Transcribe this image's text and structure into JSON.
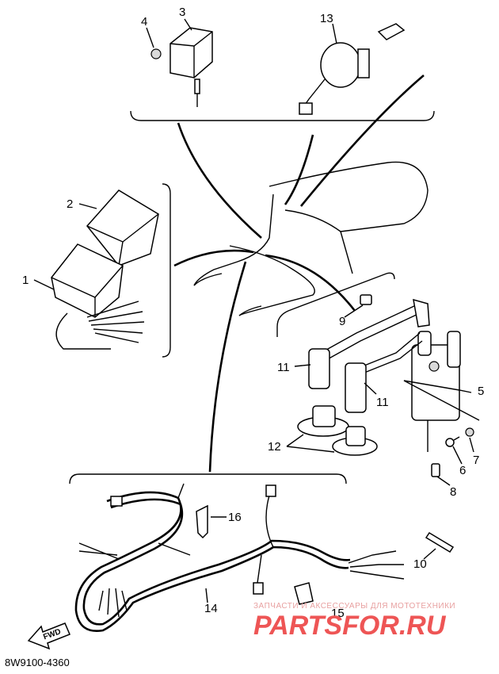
{
  "callouts": [
    {
      "id": "1",
      "label": "1"
    },
    {
      "id": "2",
      "label": "2"
    },
    {
      "id": "3",
      "label": "3"
    },
    {
      "id": "4",
      "label": "4"
    },
    {
      "id": "5",
      "label": "5"
    },
    {
      "id": "6",
      "label": "6"
    },
    {
      "id": "7",
      "label": "7"
    },
    {
      "id": "8",
      "label": "8"
    },
    {
      "id": "9",
      "label": "9"
    },
    {
      "id": "10",
      "label": "10"
    },
    {
      "id": "11a",
      "label": "11"
    },
    {
      "id": "11b",
      "label": "11"
    },
    {
      "id": "12",
      "label": "12"
    },
    {
      "id": "13",
      "label": "13"
    },
    {
      "id": "14",
      "label": "14"
    },
    {
      "id": "15",
      "label": "15"
    },
    {
      "id": "16",
      "label": "16"
    }
  ],
  "direction_marker": "FWD",
  "drawing_code": "8W9100-4360",
  "watermark": {
    "tagline": "ЗАПЧАСТИ И АКСЕССУАРЫ ДЛЯ МОТОТЕХНИКИ",
    "logo": "PARTSFOR.RU",
    "color": "#e55555"
  }
}
